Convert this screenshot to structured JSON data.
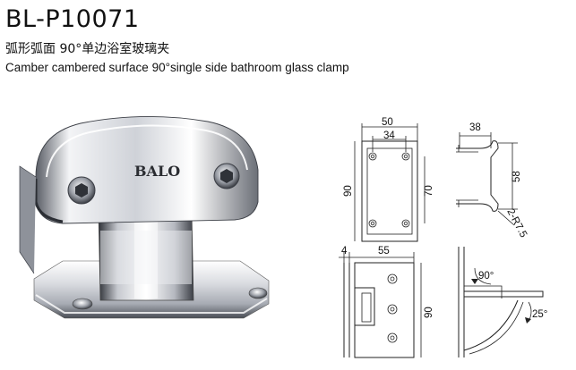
{
  "header": {
    "model": "BL-P10071",
    "name_cn": "弧形弧面 90°单边浴室玻璃夹",
    "name_en": "Camber cambered surface 90°single side bathroom glass clamp"
  },
  "product_photo": {
    "brand_logo": "BALO"
  },
  "front_view": {
    "width_outer": "50",
    "width_inner": "34",
    "height_outer": "90",
    "height_inner": "70"
  },
  "side_view": {
    "depth": "38",
    "hole_spacing": "58",
    "radius": "2-R7.5"
  },
  "bottom_view": {
    "thickness": "4",
    "length": "55",
    "height": "90"
  },
  "rotation_view": {
    "angle_main": "90°",
    "angle_extra": "25°"
  },
  "colors": {
    "chrome_light": "#f4f5f7",
    "chrome_dark": "#3a3d44",
    "line": "#222222"
  }
}
